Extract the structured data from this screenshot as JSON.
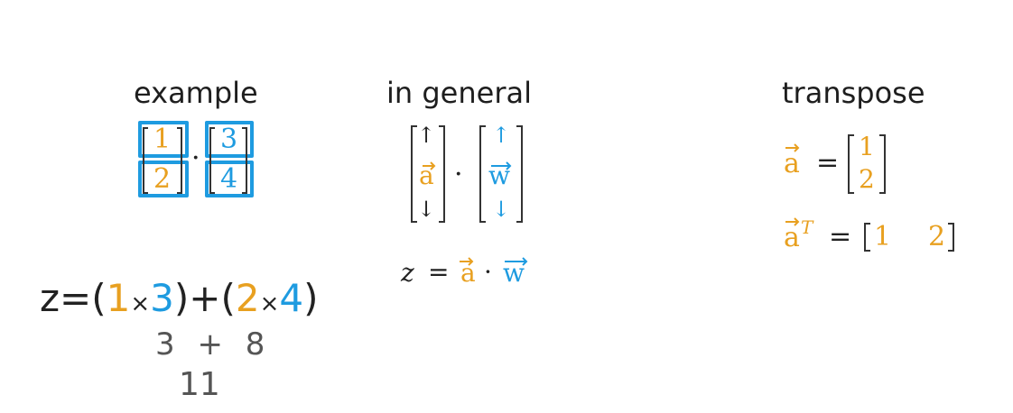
{
  "headings": {
    "example": "example",
    "general": "in general",
    "transpose": "transpose"
  },
  "example": {
    "vec_a": [
      "1",
      "2"
    ],
    "vec_w": [
      "3",
      "4"
    ],
    "dot": "·"
  },
  "general": {
    "vec_a": "a",
    "vec_w": "w",
    "dot": "·",
    "arrow_up": "↑",
    "arrow_down": "↓",
    "eq_z": "z",
    "eq_equals": "=",
    "eq_a": "a",
    "eq_dot": "·",
    "eq_w": "w"
  },
  "transpose": {
    "a_label": "a",
    "equals": "=",
    "col": [
      "1",
      "2"
    ],
    "at_label": "a",
    "t_sup": "T",
    "row": [
      "1",
      "2"
    ]
  },
  "handwritten": {
    "z": "z",
    "equals": "=",
    "open1": "(",
    "n1": "1",
    "times1": "×",
    "n3": "3",
    "close1": ")",
    "plus": "+",
    "open2": "(",
    "n2": "2",
    "times2": "×",
    "n4": "4",
    "close2": ")",
    "step1_a": "3",
    "step1_plus": "+",
    "step1_b": "8",
    "result": "11"
  },
  "colors": {
    "orange": "#E8A020",
    "blue": "#1E9BE0",
    "ink": "#222222",
    "pencil": "#555555"
  }
}
